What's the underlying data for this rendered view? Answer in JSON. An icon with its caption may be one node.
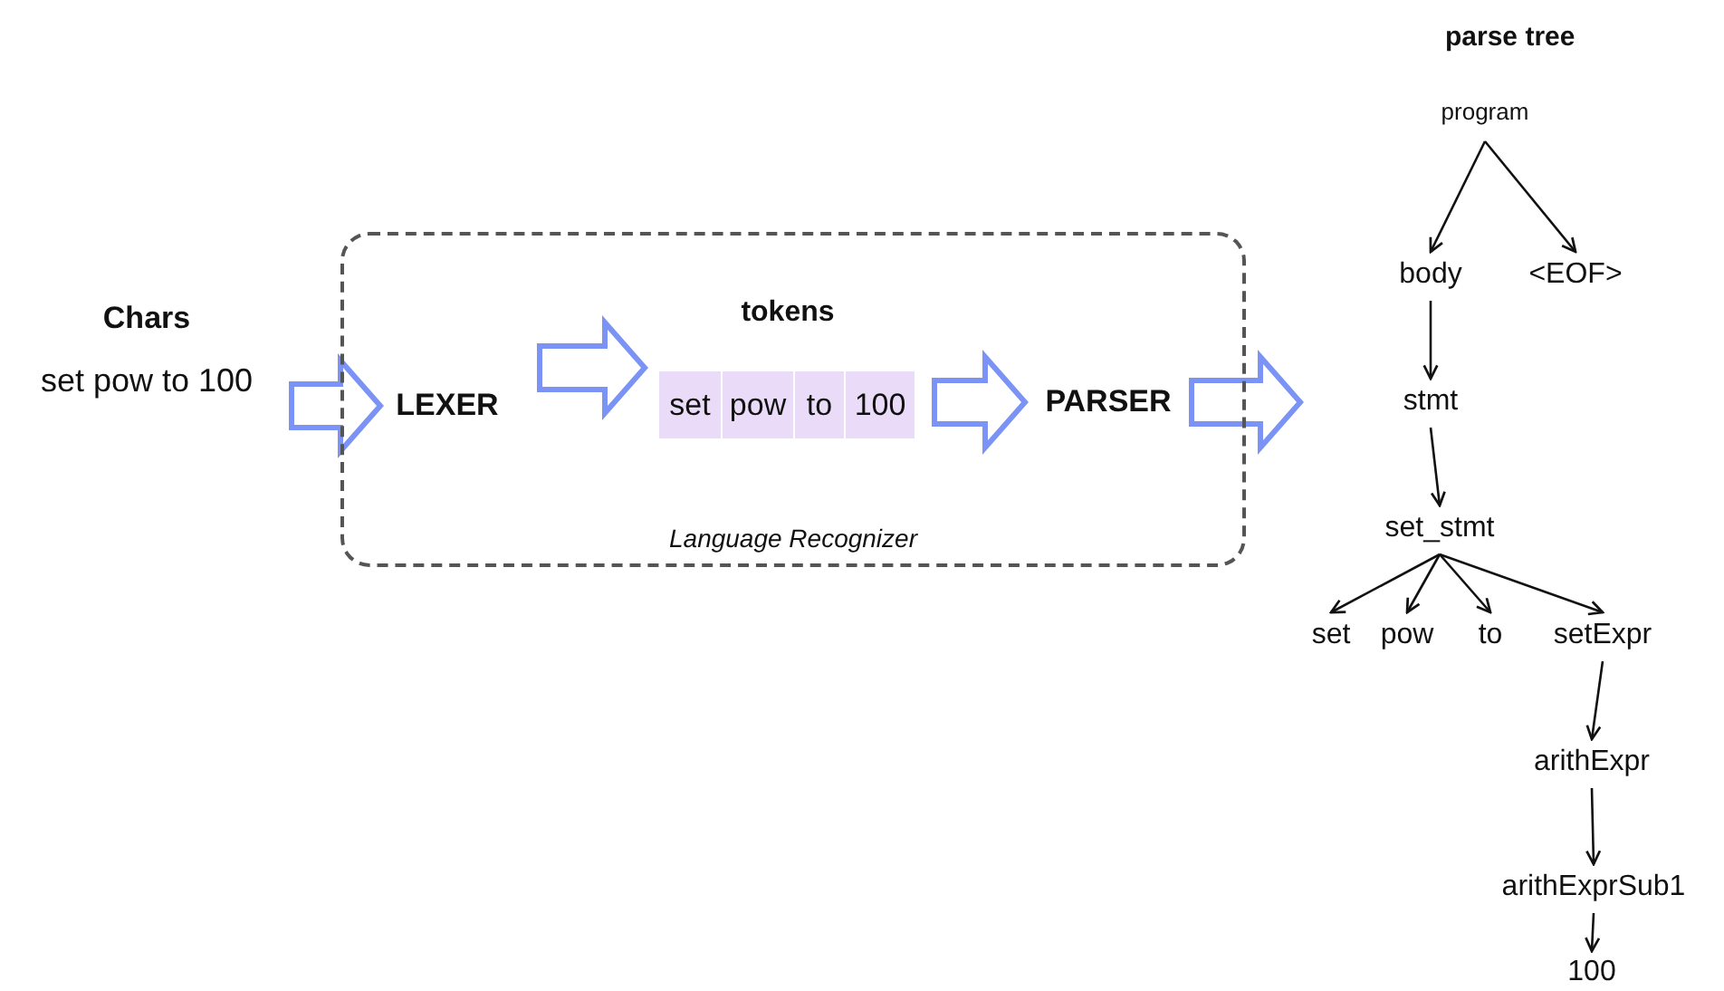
{
  "diagram": {
    "nodes": [
      {
        "text": [
          "Language Recognizer"
        ]
      },
      {
        "text": [
          "Chars",
          "set pow to 100"
        ]
      },
      {
        "text": [
          "LEXER"
        ],
        "in": 0
      },
      {
        "text": [
          "tokens"
        ],
        "in": 0
      },
      {
        "text": [
          "set"
        ],
        "in": 3
      },
      {
        "text": [
          "pow"
        ],
        "in": 3
      },
      {
        "text": [
          "to"
        ],
        "in": 3
      },
      {
        "text": [
          "100"
        ],
        "in": 3
      },
      {
        "text": [
          "PARSER"
        ],
        "in": 0
      },
      {
        "text": [
          "program"
        ]
      },
      {
        "text": [
          "body"
        ]
      },
      {
        "text": [
          "<EOF>"
        ]
      },
      {
        "text": [
          "stmt"
        ]
      },
      {
        "text": [
          "set_stmt"
        ]
      },
      {
        "text": [
          "set"
        ]
      },
      {
        "text": [
          "pow"
        ]
      },
      {
        "text": [
          "to"
        ]
      },
      {
        "text": [
          "setExpr"
        ]
      },
      {
        "text": [
          "arithExpr"
        ]
      },
      {
        "text": [
          "arithExprSub1"
        ]
      },
      {
        "text": [
          "100"
        ]
      }
    ],
    "edges": [
      {
        "from": 1,
        "to": 2,
        "arrow": "to",
        "style": "thick",
        "color": "#7b93f5"
      },
      {
        "from": 2,
        "to": 3,
        "arrow": "to",
        "style": "thick",
        "color": "#7b93f5"
      },
      {
        "from": 3,
        "to": 8,
        "arrow": "to",
        "style": "thick",
        "color": "#7b93f5"
      },
      {
        "from": 8,
        "to": null,
        "arrow": "to",
        "style": "thick",
        "color": "#7b93f5"
      },
      {
        "from": 9,
        "to": 10,
        "arrow": "to"
      },
      {
        "from": 9,
        "to": 11,
        "arrow": "to"
      },
      {
        "from": 10,
        "to": 12,
        "arrow": "to"
      },
      {
        "from": 12,
        "to": 13,
        "arrow": "to"
      },
      {
        "from": 13,
        "to": 14,
        "arrow": "to"
      },
      {
        "from": 13,
        "to": 15,
        "arrow": "to"
      },
      {
        "from": 13,
        "to": 16,
        "arrow": "to"
      },
      {
        "from": 13,
        "to": 17,
        "arrow": "to"
      },
      {
        "from": 17,
        "to": 18,
        "arrow": "to"
      },
      {
        "from": 18,
        "to": 19,
        "arrow": "to"
      },
      {
        "from": 19,
        "to": 20,
        "arrow": "to"
      }
    ],
    "labels": [
      "parse tree"
    ]
  }
}
